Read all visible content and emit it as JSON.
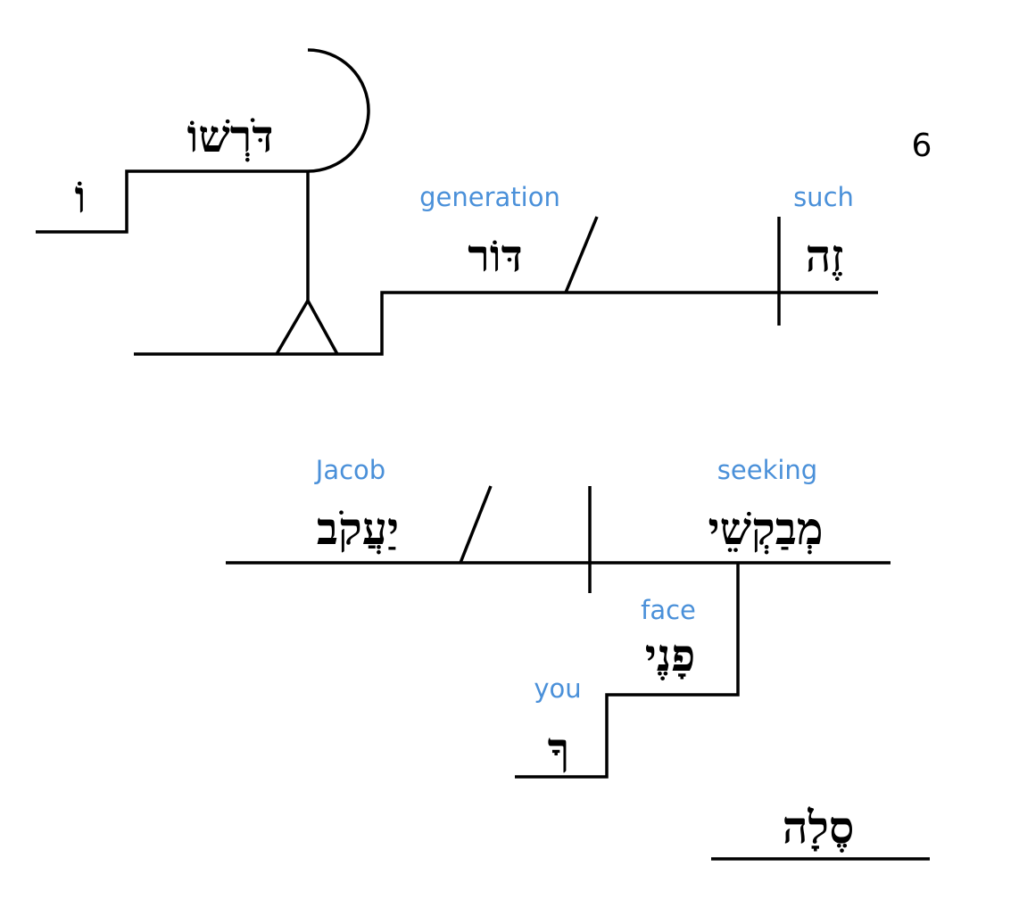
{
  "verse_number": "6",
  "words": {
    "vav": {
      "hebrew": "וֹ"
    },
    "dorshav": {
      "hebrew": "דֹּרְשׁוֹ"
    },
    "dor": {
      "hebrew": "דּוֹר",
      "gloss": "generation"
    },
    "zeh": {
      "hebrew": "זֶה",
      "gloss": "such"
    },
    "yaakov": {
      "hebrew": "יַעֲקֹב",
      "gloss": "Jacob"
    },
    "mevakshei": {
      "hebrew": "מְבַקְשֵׁי",
      "gloss": "seeking"
    },
    "panecha": {
      "hebrew": "פָנֶי",
      "gloss": "face"
    },
    "cha": {
      "hebrew": "ךָ",
      "gloss": "you"
    },
    "selah": {
      "hebrew": "סֶלָה"
    }
  }
}
